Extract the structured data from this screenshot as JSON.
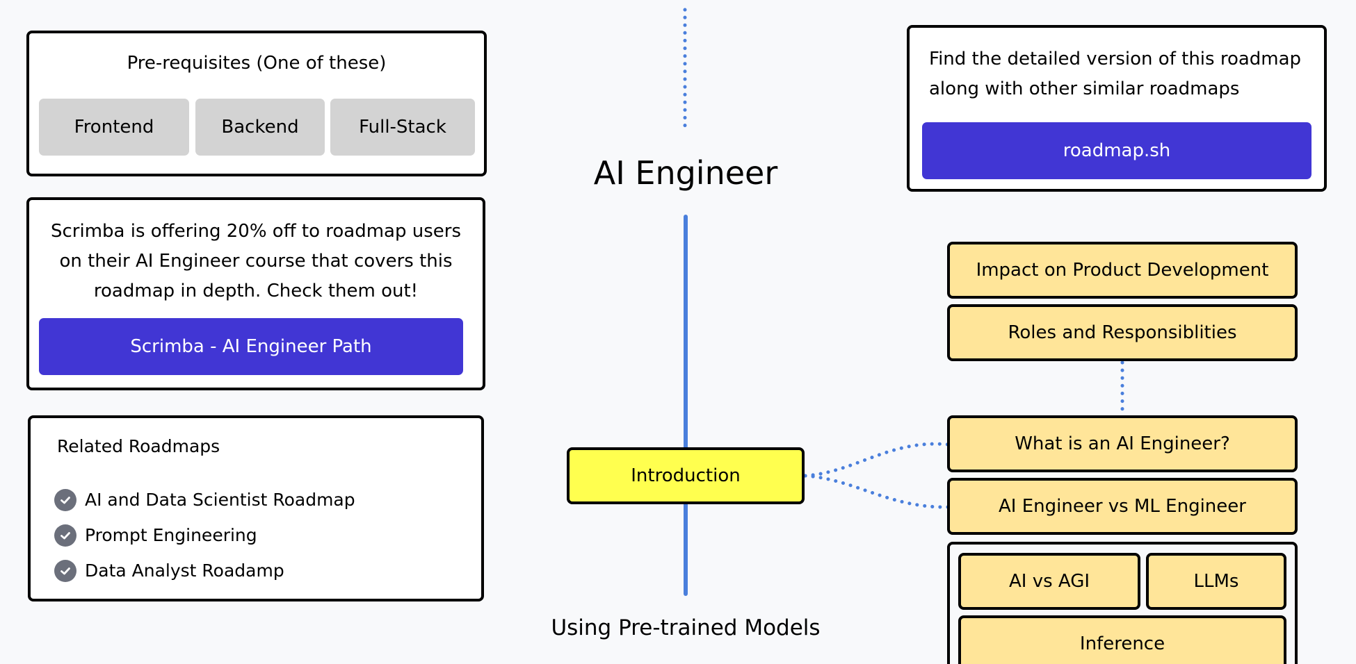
{
  "prerequisites": {
    "title": "Pre-requisites (One of these)",
    "options": [
      "Frontend",
      "Backend",
      "Full-Stack"
    ]
  },
  "detailed": {
    "text_line1": "Find the detailed version of this roadmap",
    "text_line2": "along with other similar roadmaps",
    "button_label": "roadmap.sh"
  },
  "promo": {
    "line1": "Scrimba is offering 20% off to roadmap users",
    "line2": "on their AI Engineer course that covers this",
    "line3": "roadmap in depth. Check them out!",
    "button_label": "Scrimba - AI Engineer Path"
  },
  "related": {
    "title": "Related Roadmaps",
    "items": [
      "AI and Data Scientist Roadmap",
      "Prompt Engineering",
      "Data Analyst Roadamp"
    ]
  },
  "roadmap": {
    "title": "AI Engineer",
    "next_section": "Using Pre-trained Models",
    "main_topic": "Introduction",
    "subtopics": {
      "impact": "Impact on Product Development",
      "roles": "Roles and Responsiblities",
      "what_is": "What is an AI Engineer?",
      "vs_ml": "AI Engineer vs ML Engineer",
      "ai_vs_agi": "AI vs AGI",
      "llms": "LLMs",
      "inference": "Inference"
    }
  },
  "colors": {
    "background": "#f8f9fb",
    "connector_blue": "#4a7fdc",
    "button_indigo": "#4136d4",
    "topic_fill": "#ffe599",
    "main_topic_fill": "#ffff4f",
    "chip_gray": "#d3d3d3",
    "check_gray": "#6b6f7b"
  },
  "icons": {
    "related_item": "check-circle-icon"
  }
}
